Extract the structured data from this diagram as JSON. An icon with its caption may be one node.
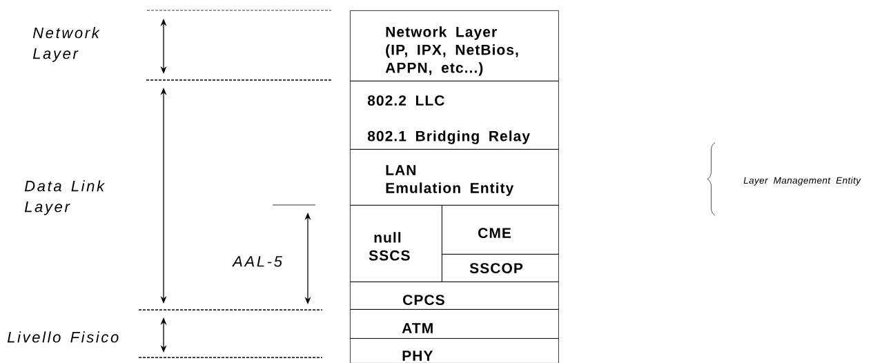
{
  "diagram": {
    "nodes": [
      {
        "text": [
          "Network Layer (IP, IPX, NetBios, APPN, etc...)"
        ]
      },
      {
        "text": [
          "802.2 LLC",
          "802.1 Bridging Relay"
        ]
      },
      {
        "text": [
          "LAN Emulation Entity"
        ]
      },
      {
        "text": [
          "null SSCS"
        ]
      },
      {
        "text": [
          "CME"
        ]
      },
      {
        "text": [
          "SSCOP"
        ]
      },
      {
        "text": [
          "CPCS"
        ]
      },
      {
        "text": [
          "ATM"
        ]
      },
      {
        "text": [
          "PHY"
        ]
      }
    ],
    "labels": [
      "Network Layer",
      "Data Link Layer",
      "AAL-5",
      "Livello Fisico",
      "Layer Management Entity"
    ]
  }
}
